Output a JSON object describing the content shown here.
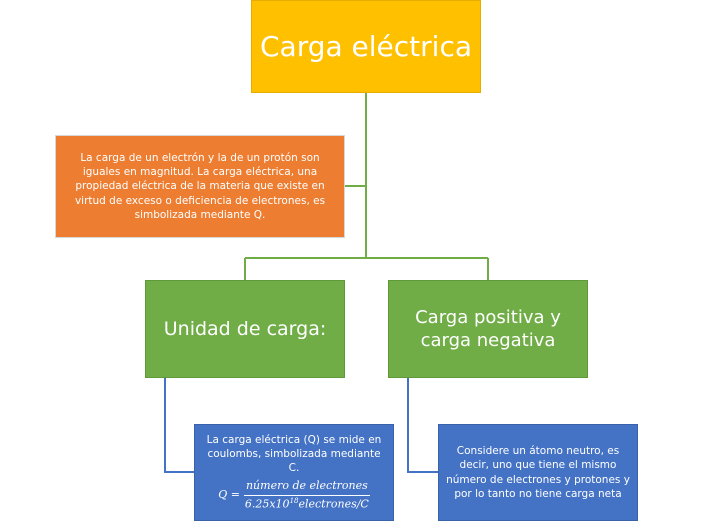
{
  "title": "Carga eléctrica",
  "description": "La carga de un electrón y la de un protón son iguales en magnitud. La carga eléctrica, una propiedad eléctrica de la materia que existe en virtud de exceso o deficiencia de electrones, es simbolizada mediante Q.",
  "unit": {
    "label": "Unidad de carga:",
    "detail": "La carga eléctrica (Q) se mide en coulombs, simbolizada mediante C.",
    "formula": {
      "lhs": "Q =",
      "numerator": "número de electrones",
      "denominator_prefix": "6.25x10",
      "denominator_exp": "18",
      "denominator_suffix": "electrones/C"
    }
  },
  "charge": {
    "label": "Carga positiva y carga negativa",
    "detail": "Considere un átomo neutro, es decir, uno que tiene el mismo número de electrones y protones y por lo tanto no tiene carga neta"
  },
  "colors": {
    "title": "#ffc000",
    "description": "#ed7d31",
    "category": "#70ad47",
    "detail": "#4472c4",
    "connector_green": "#70ad47",
    "connector_blue": "#4472c4"
  }
}
